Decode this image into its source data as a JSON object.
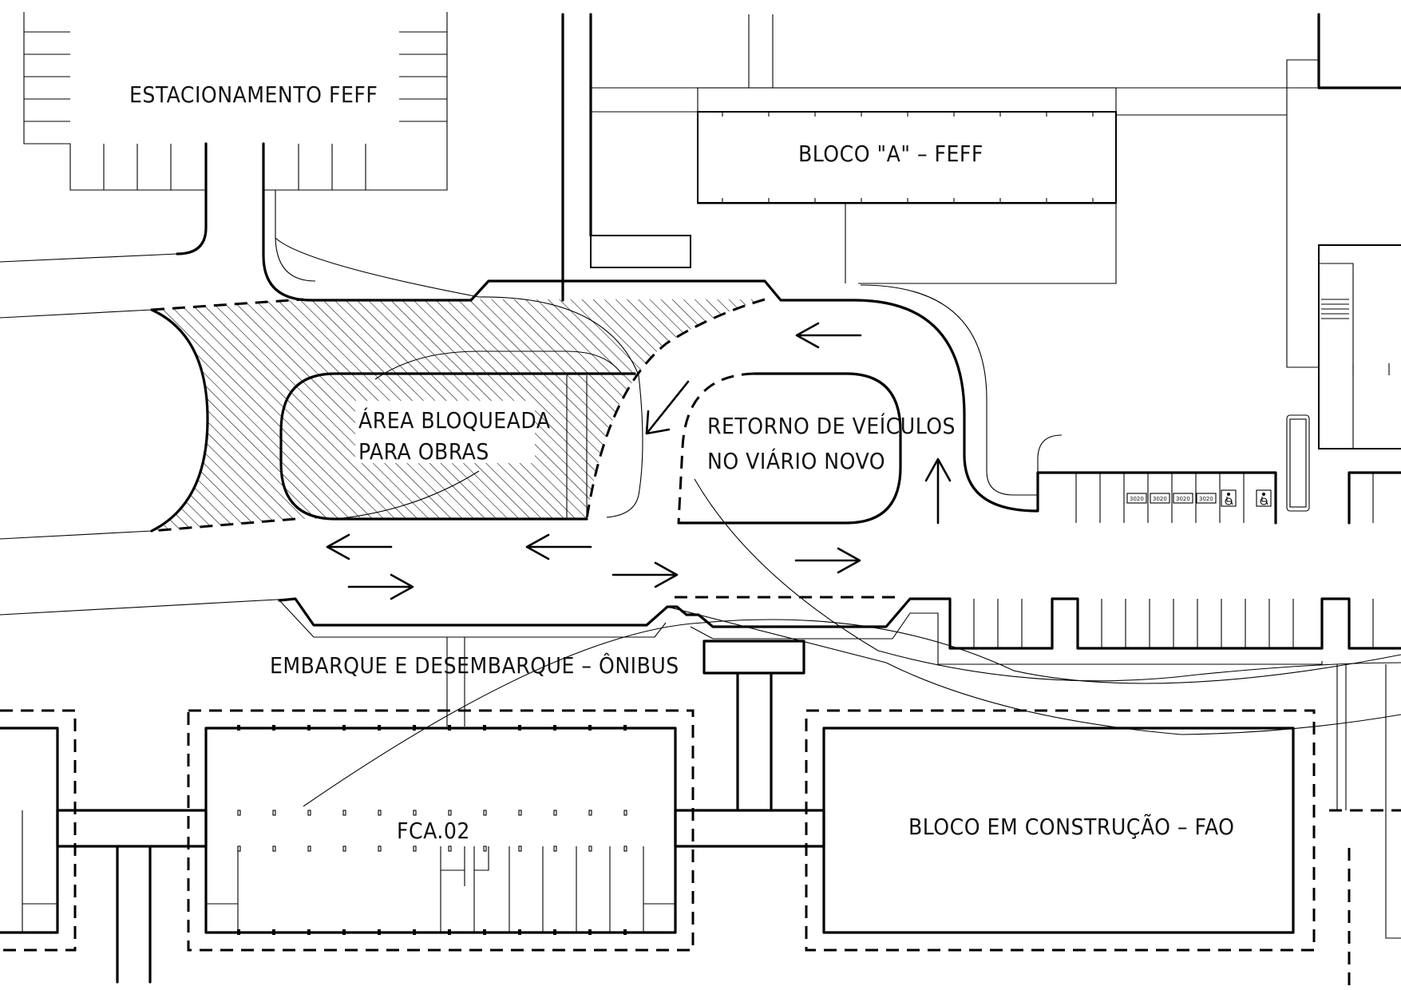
{
  "labels": {
    "parking_feff": "ESTACIONAMENTO FEFF",
    "bloco_a": "BLOCO \"A\" – FEFF",
    "area_bloqueada_1": "ÁREA BLOQUEADA",
    "area_bloqueada_2": "PARA OBRAS",
    "retorno_1": "RETORNO DE VEÍCULOS",
    "retorno_2": "NO VIÁRIO NOVO",
    "embarque": "EMBARQUE E DESEMBARQUE – ÔNIBUS",
    "fca": "FCA.02",
    "bloco_construcao": "BLOCO EM CONSTRUÇÃO – FAO"
  },
  "parking_tags": [
    "3020",
    "3020",
    "3020",
    "3020"
  ],
  "icons": {
    "accessible": "accessible-parking-icon",
    "arrow": "traffic-direction-arrow-icon"
  },
  "colors": {
    "line": "#000000",
    "background": "#ffffff"
  }
}
